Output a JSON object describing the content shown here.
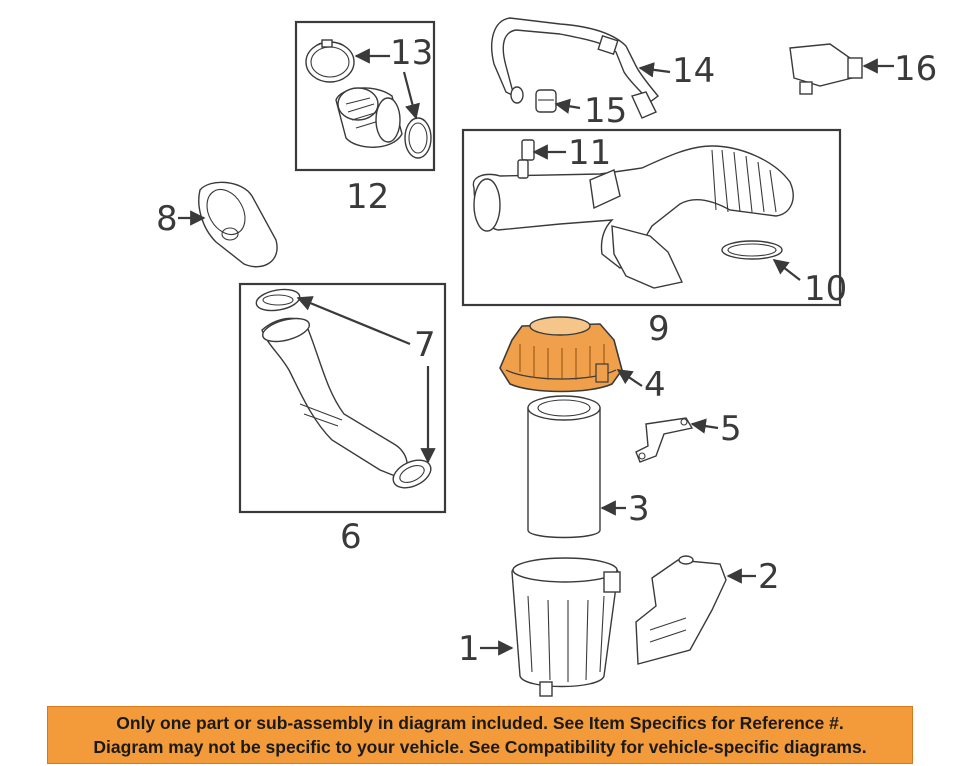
{
  "diagram": {
    "callouts": [
      {
        "id": "1",
        "label": "1"
      },
      {
        "id": "2",
        "label": "2"
      },
      {
        "id": "3",
        "label": "3"
      },
      {
        "id": "4",
        "label": "4"
      },
      {
        "id": "5",
        "label": "5"
      },
      {
        "id": "6",
        "label": "6"
      },
      {
        "id": "7",
        "label": "7"
      },
      {
        "id": "8",
        "label": "8"
      },
      {
        "id": "9",
        "label": "9"
      },
      {
        "id": "10",
        "label": "10"
      },
      {
        "id": "11",
        "label": "11"
      },
      {
        "id": "12",
        "label": "12"
      },
      {
        "id": "13",
        "label": "13"
      },
      {
        "id": "14",
        "label": "14"
      },
      {
        "id": "15",
        "label": "15"
      },
      {
        "id": "16",
        "label": "16"
      }
    ],
    "highlight_color": "#f0a04a"
  },
  "banner": {
    "line1": "Only one part or sub-assembly in diagram included. See Item Specifics for Reference #.",
    "line2": "Diagram may not be specific to your vehicle. See Compatibility for vehicle-specific diagrams.",
    "background": "#f39a3a"
  }
}
